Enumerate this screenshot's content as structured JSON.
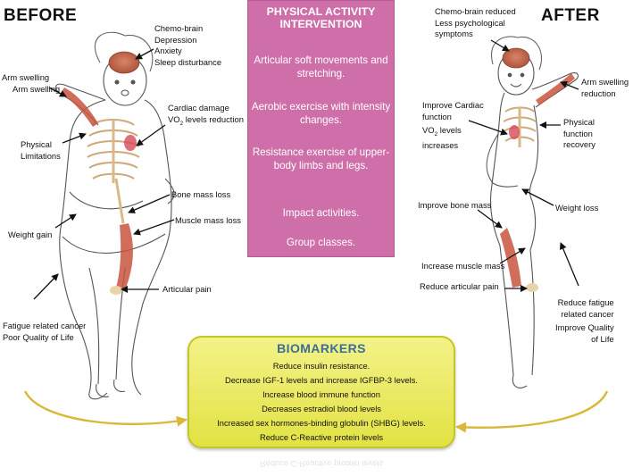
{
  "before": {
    "heading": "BEFORE",
    "labels": {
      "chemo": [
        "Chemo-brain",
        "Depression",
        "Anxiety",
        "Sleep disturbance"
      ],
      "arm": [
        "Arm swelling",
        "Arm swelling"
      ],
      "cardiac_1": "Cardiac damage",
      "cardiac_2": "VO",
      "cardiac_sub": "2",
      "cardiac_3": " levels reduction",
      "physical": [
        "Physical",
        "Limitations"
      ],
      "bone": "Bone mass loss",
      "weight": "Weight gain",
      "muscle": "Muscle mass loss",
      "articular": "Articular pain",
      "fatigue": [
        "Fatigue related cancer",
        "Poor Quality of Life"
      ]
    }
  },
  "after": {
    "heading": "AFTER",
    "labels": {
      "chemo": [
        "Chemo-brain reduced",
        "Less psychological",
        "symptoms"
      ],
      "arm": [
        "Arm swelling",
        "reduction"
      ],
      "cardiac": [
        "Improve Cardiac",
        "function"
      ],
      "vo2_1": "VO",
      "vo2_sub": "2",
      "vo2_2": " levels",
      "vo2_3": "increases",
      "physical": [
        "Physical",
        "function",
        "recovery"
      ],
      "bone": "Improve bone mass",
      "weight": "Weight loss",
      "muscle": "Increase muscle mass",
      "articular": "Reduce articular pain",
      "fatigue": [
        "Reduce fatigue",
        "related cancer",
        "Improve Quality",
        "of Life"
      ]
    }
  },
  "intervention": {
    "title_1": "PHYSICAL ACTIVITY",
    "title_2": "INTERVENTION",
    "items": [
      "Articular soft movements and stretching.",
      "Aerobic exercise with intensity changes.",
      "Resistance exercise of upper-body limbs and legs.",
      "Impact activities.",
      "Group classes."
    ],
    "color": "#cf6fa9"
  },
  "biomarkers": {
    "title": "BIOMARKERS",
    "items": [
      "Reduce insulin resistance.",
      "Decrease IGF-1 levels and increase IGFBP-3 levels.",
      "Increase blood immune function",
      "Decreases estradiol blood levels",
      "Increased sex hormones-binding globulin (SHBG) levels.",
      "Reduce C-Reactive protein levels"
    ],
    "title_color": "#3a6e99",
    "box_color": "#ecec66"
  },
  "colors": {
    "brain": "#b5603f",
    "muscle": "#c8553e",
    "bone": "#e8d4a8",
    "arrow_gold": "#d8b73a"
  }
}
